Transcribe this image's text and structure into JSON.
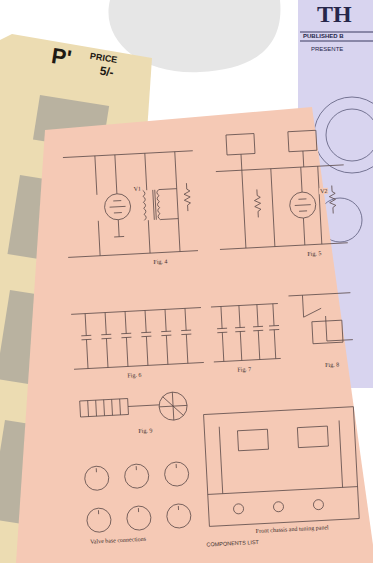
{
  "diagram": {
    "labels": [
      "P'",
      "PRICE",
      "5/-",
      "TH",
      "PUBLISHED B",
      "PRESENTE",
      "V1",
      "V2",
      "Fig. 4",
      "Fig. 5",
      "Fig. 6",
      "Fig. 7",
      "Fig. 8",
      "Fig. 9",
      "Valve base connections",
      "Front chassis and tuning panel",
      "COMPONENTS LIST"
    ]
  }
}
